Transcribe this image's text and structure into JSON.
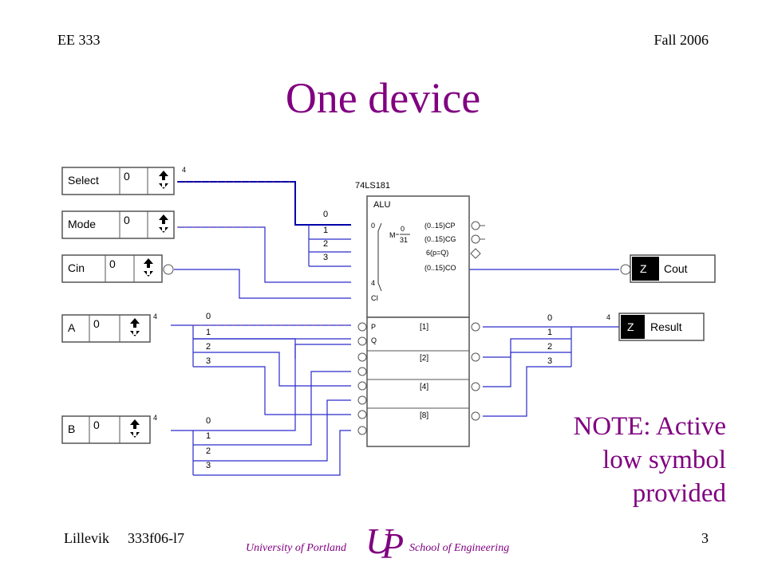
{
  "header": {
    "course": "EE 333",
    "term": "Fall 2006"
  },
  "title": "One device",
  "footer": {
    "author": "Lillevik",
    "slide_id": "333f06-l7",
    "page_number": "3",
    "university": "University of Portland",
    "school": "School of Engineering",
    "logo_text": "UP"
  },
  "note": {
    "line1": "NOTE: Active",
    "line2": "low symbol",
    "line3": "provided"
  },
  "inputs": {
    "select": {
      "label": "Select",
      "value": "0",
      "width": "4"
    },
    "mode": {
      "label": "Mode",
      "value": "0"
    },
    "cin": {
      "label": "Cin",
      "value": "0"
    },
    "a": {
      "label": "A",
      "value": "0",
      "width": "4"
    },
    "b": {
      "label": "B",
      "value": "0",
      "width": "4"
    }
  },
  "outputs": {
    "cout": {
      "flag": "Z",
      "label": "Cout"
    },
    "result": {
      "flag": "Z",
      "label": "Result",
      "width": "4"
    }
  },
  "chip": {
    "part": "74LS181",
    "name": "ALU",
    "sel_in": "0",
    "mode_m": "M",
    "mode_frac_top": "0",
    "mode_frac_bot": "31",
    "in4": "4",
    "ci": "CI",
    "p": "P",
    "q": "Q",
    "cp": "(0..15)CP",
    "cg": "(0..15)CG",
    "eq": "6(p=Q)",
    "co": "(0..15)CO",
    "bit1": "[1]",
    "bit2": "[2]",
    "bit3": "[4]",
    "bit4": "[8]"
  },
  "bits": {
    "b0": "0",
    "b1": "1",
    "b2": "2",
    "b3": "3"
  }
}
